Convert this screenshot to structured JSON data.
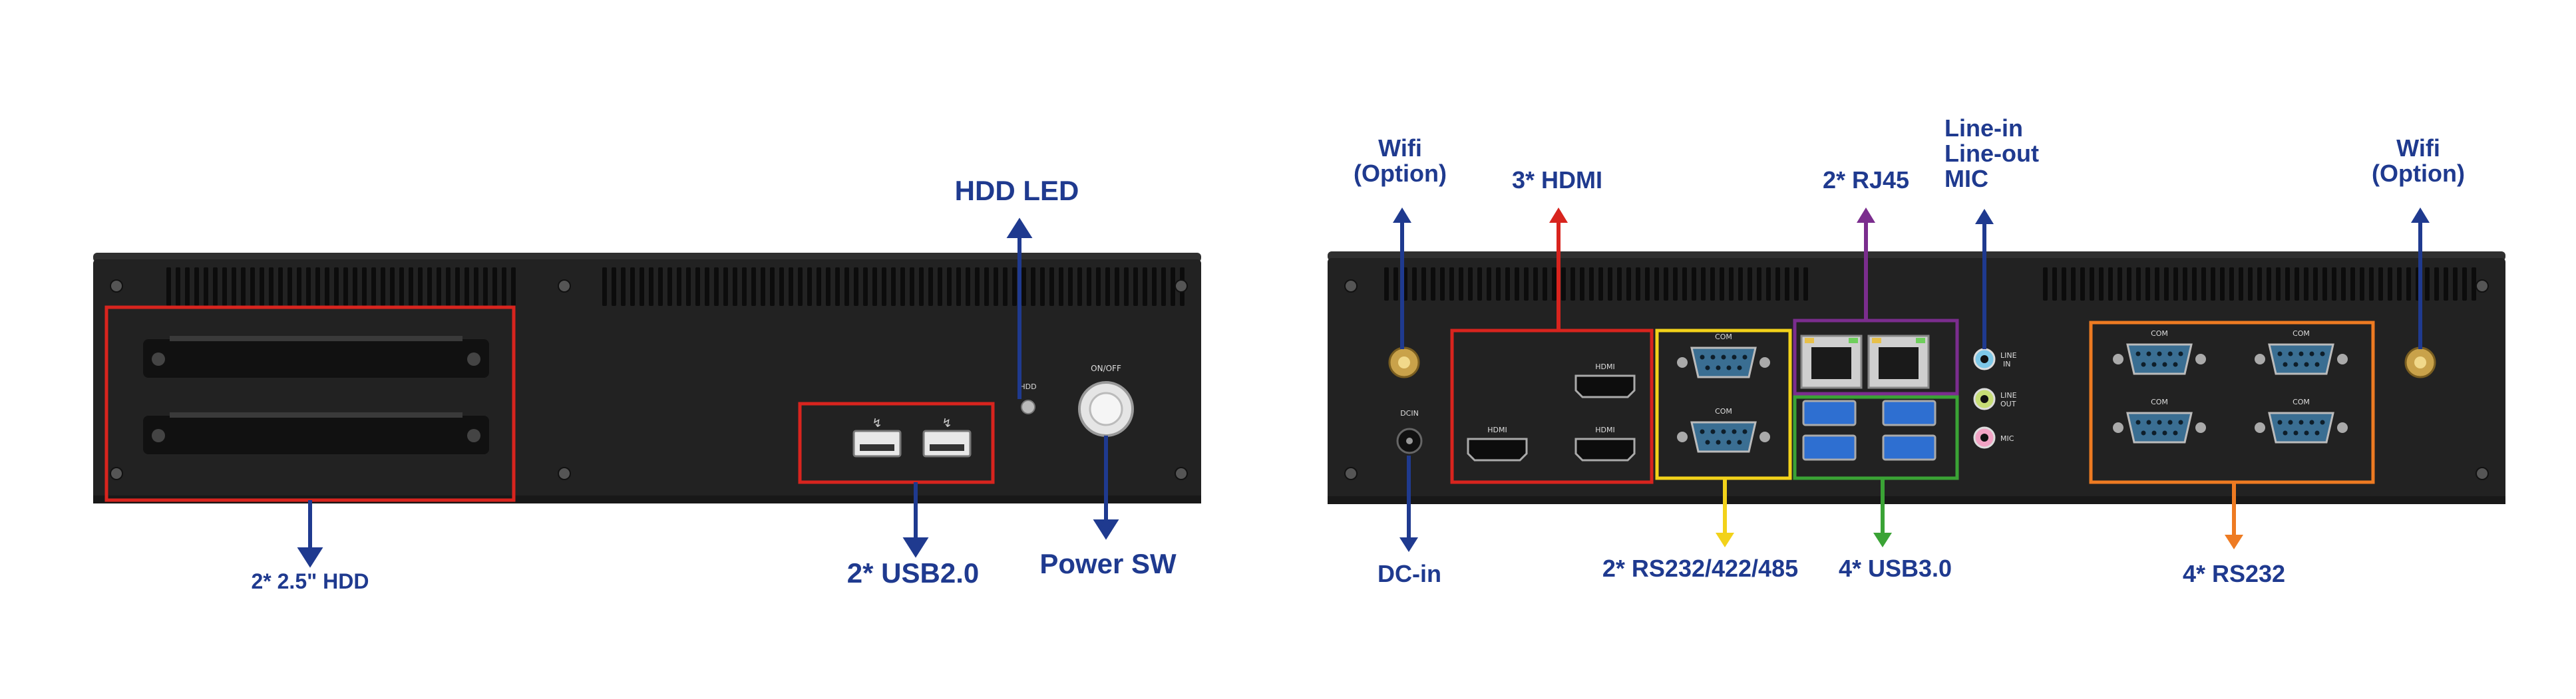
{
  "colors": {
    "label_text": "#1f3a8f",
    "arrow_blue": "#1f3a8f",
    "box_red": "#d8241e",
    "box_yellow": "#f2d21a",
    "box_purple": "#7b2d8e",
    "box_green": "#3aa335",
    "box_orange": "#ee7b22",
    "chassis": "#222222",
    "chassis_top": "#2a2a2a",
    "serial_blue": "#3a6e92"
  },
  "front_panel": {
    "labels": {
      "hdd_bays": "2* 2.5\" HDD",
      "usb": "2* USB2.0",
      "hdd_led": "HDD LED",
      "power": "Power SW"
    },
    "silk": {
      "led": "HDD",
      "power_switch": "ON/OFF"
    }
  },
  "rear_panel": {
    "labels": {
      "wifi_left_line1": "Wifi",
      "wifi_left_line2": "(Option)",
      "hdmi": "3* HDMI",
      "rj45": "2* RJ45",
      "audio_line1": "Line-in",
      "audio_line2": "Line-out",
      "audio_line3": "MIC",
      "wifi_right_line1": "Wifi",
      "wifi_right_line2": "(Option)",
      "dc_in": "DC-in",
      "rs232_422_485": "2* RS232/422/485",
      "usb3": "4* USB3.0",
      "rs232": "4* RS232"
    },
    "silk": {
      "hdmi": "HDMI",
      "com": "COM",
      "dcin": "DCIN",
      "line_in_1": "LINE",
      "line_in_2": "IN",
      "line_out_1": "LINE",
      "line_out_2": "OUT",
      "mic": "MIC"
    }
  }
}
